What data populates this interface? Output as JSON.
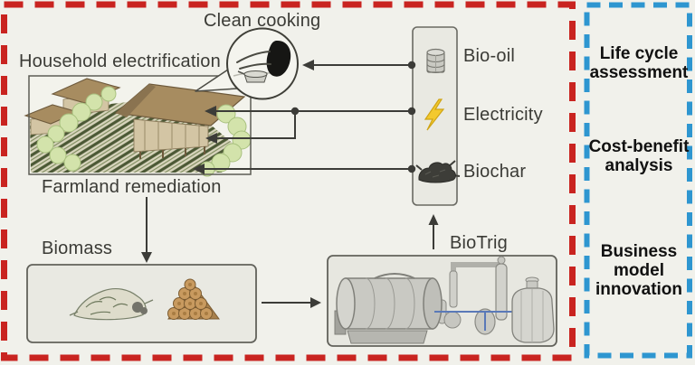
{
  "figure": {
    "background_color": "#f1f1eb",
    "line_color": "#3c3c38",
    "text_color": "#3b3b36"
  },
  "flow_panel": {
    "border_color": "#c92420",
    "labels": {
      "clean_cooking": "Clean cooking",
      "household_electrification": "Household electrification",
      "farmland_remediation": "Farmland remediation",
      "biomass": "Biomass",
      "biotrig": "BioTrig"
    },
    "illustrations": {
      "village": "village-farmland-illustration",
      "clean_cooking": "cooking-pot-scene-icon",
      "biomass": [
        "straw-residue-icon",
        "log-pile-icon"
      ],
      "biotrig": "pyrolysis-plant-illustration"
    },
    "outputs": [
      {
        "label": "Bio-oil",
        "icon": "oil-barrel-icon"
      },
      {
        "label": "Electricity",
        "icon": "lightning-bolt-icon",
        "accent_color": "#f3c92e"
      },
      {
        "label": "Biochar",
        "icon": "biochar-pile-icon"
      }
    ]
  },
  "assessment_panel": {
    "border_color": "#2e96d0",
    "text_color": "#111111",
    "items": [
      {
        "label": "Life cycle assessment"
      },
      {
        "label": "Cost-benefit analysis"
      },
      {
        "label": "Business model innovation"
      }
    ]
  }
}
